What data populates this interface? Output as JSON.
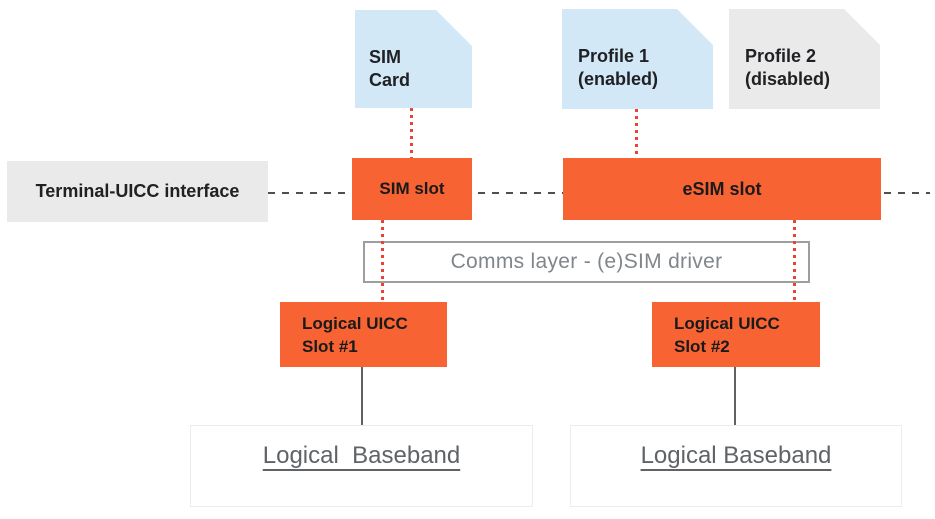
{
  "diagram": {
    "title_domain": "eSIM multiple-profile architecture diagram",
    "cards": {
      "sim_card": {
        "line1": "SIM",
        "line2": "Card"
      },
      "profile_1": {
        "line1": "Profile 1",
        "line2": "(enabled)"
      },
      "profile_2": {
        "line1": "Profile 2",
        "line2": "(disabled)"
      }
    },
    "interface_row": {
      "terminal_label": "Terminal-UICC interface",
      "sim_slot_label": "SIM slot",
      "esim_slot_label": "eSIM slot"
    },
    "comms_layer_label": "Comms layer - (e)SIM driver",
    "uicc_slots": {
      "slot_1": {
        "line1": "Logical UICC",
        "line2": "Slot #1"
      },
      "slot_2": {
        "line1": "Logical UICC",
        "line2": "Slot #2"
      }
    },
    "basebands": {
      "left_label": "Logical  Baseband",
      "right_label": "Logical Baseband"
    },
    "colors": {
      "slot_orange": "#F76333",
      "card_blue": "#D3E8F7",
      "card_gray": "#EAEAEA",
      "dotted_connector_red": "#E94335",
      "dashed_line_gray": "#4F4F4F",
      "comms_border_gray": "#9E9E9E",
      "comms_text_gray": "#80868B",
      "baseband_text_gray": "#5F6368",
      "baseband_border_gray": "#ECECEC",
      "connector_line_gray": "#616161",
      "label_black": "#202124",
      "background": "#FFFFFF"
    }
  }
}
